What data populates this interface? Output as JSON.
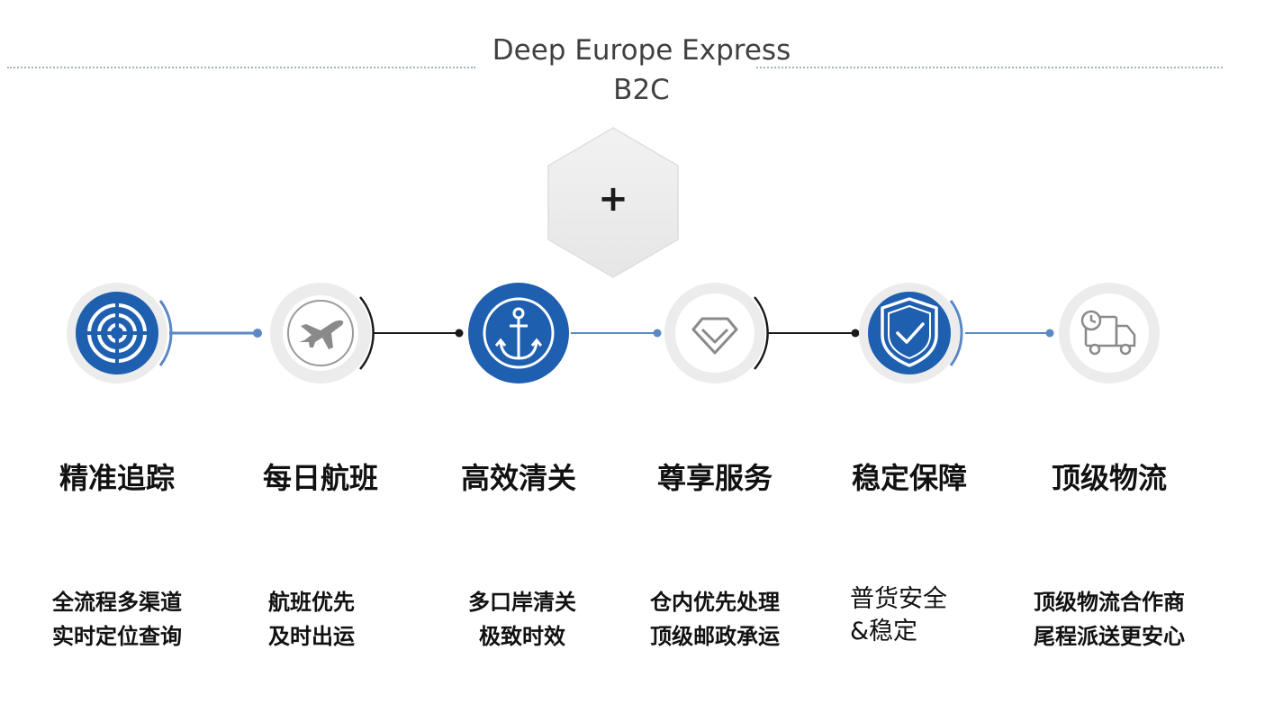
{
  "header": {
    "title_line1": "Deep Europe Express",
    "title_line2": "B2C"
  },
  "expand_button": {
    "label": "+"
  },
  "features": [
    {
      "icon": "target-icon",
      "active": true,
      "title": "精准追踪",
      "desc": [
        "全流程多渠道",
        "实时定位查询"
      ]
    },
    {
      "icon": "airplane-icon",
      "active": false,
      "title": "每日航班",
      "desc": [
        "航班优先",
        "及时出运"
      ]
    },
    {
      "icon": "anchor-icon",
      "active": true,
      "title": "高效清关",
      "desc": [
        "多口岸清关",
        "极致时效"
      ]
    },
    {
      "icon": "diamond-icon",
      "active": false,
      "title": "尊享服务",
      "desc": [
        "仓内优先处理",
        "顶级邮政承运"
      ]
    },
    {
      "icon": "shield-check-icon",
      "active": true,
      "title": "稳定保障",
      "desc": [
        "普货安全",
        "&稳定"
      ]
    },
    {
      "icon": "delivery-truck-icon",
      "active": false,
      "title": "顶级物流",
      "desc": [
        "顶级物流合作商",
        "尾程派送更安心"
      ]
    }
  ],
  "colors": {
    "accent_blue": "#1f5fb0",
    "ring_gray": "#ececec",
    "connector_blue": "#5b87c5",
    "connector_dark": "#1a1a1a",
    "icon_gray": "#8a8a8a"
  }
}
